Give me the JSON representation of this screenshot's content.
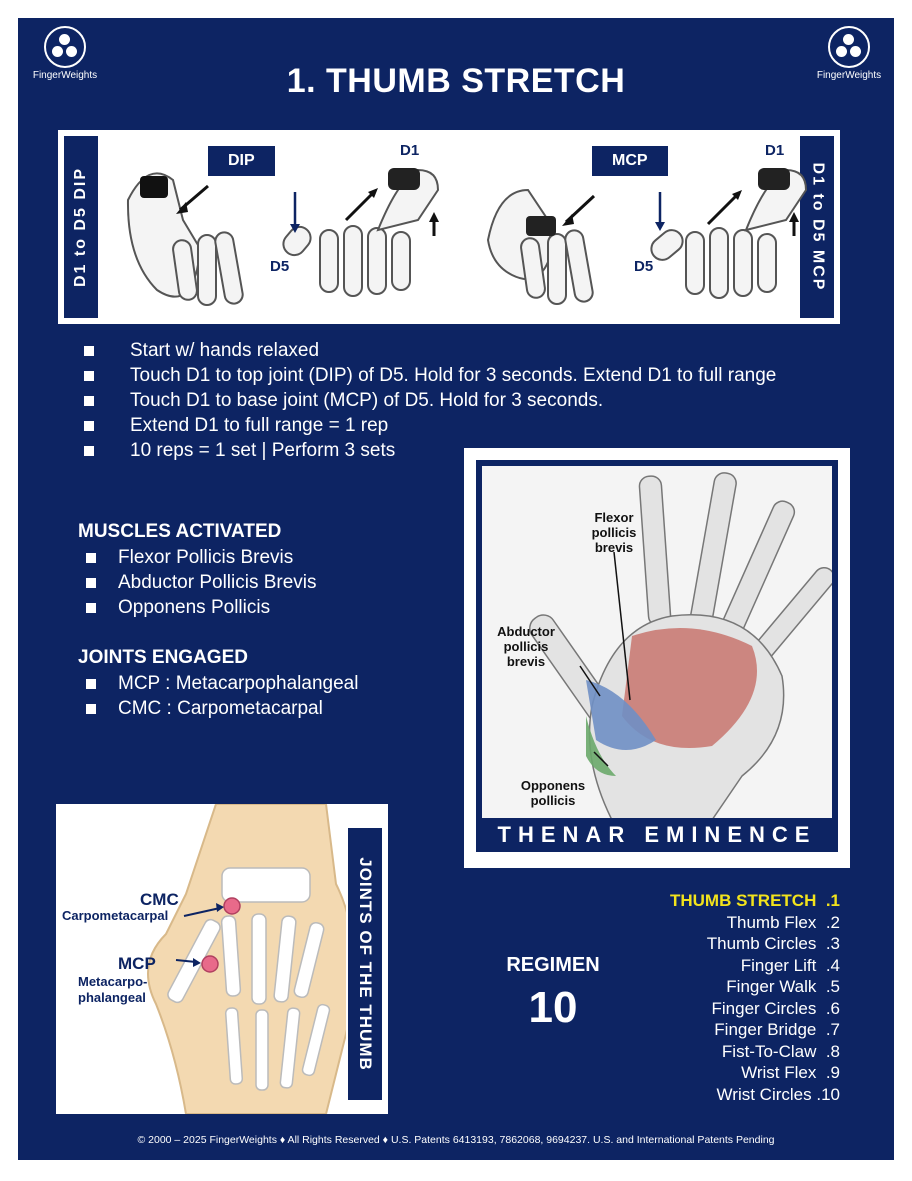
{
  "brand": "FingerWeights",
  "title": "1. THUMB STRETCH",
  "hands_panel": {
    "left_vertical": "D1 to D5 DIP",
    "right_vertical": "D1 to D5 MCP",
    "dip_tag": "DIP",
    "mcp_tag": "MCP",
    "d1": "D1",
    "d5": "D5"
  },
  "instructions": [
    "Start w/ hands relaxed",
    "Touch D1 to top joint (DIP) of D5. Hold for 3 seconds. Extend D1 to full range",
    "Touch D1 to base joint (MCP) of D5. Hold for 3 seconds.",
    "Extend D1 to full range = 1 rep",
    "10 reps = 1 set | Perform 3 sets"
  ],
  "muscles": {
    "heading": "MUSCLES ACTIVATED",
    "items": [
      "Flexor Pollicis Brevis",
      "Abductor Pollicis Brevis",
      "Opponens Pollicis"
    ]
  },
  "joints": {
    "heading": "JOINTS ENGAGED",
    "items": [
      "MCP : Metacarpophalangeal",
      "CMC : Carpometacarpal"
    ]
  },
  "thenar": {
    "caption": "THENAR EMINENCE",
    "label_flexor": "Flexor pollicis brevis",
    "label_abductor": "Abductor pollicis brevis",
    "label_opponens": "Opponens pollicis"
  },
  "joints_panel": {
    "vertical": "JOINTS OF THE THUMB",
    "cmc": "CMC",
    "cmc_full": "Carpometacarpal",
    "mcp": "MCP",
    "mcp_full_1": "Metacarpo-",
    "mcp_full_2": "phalangeal"
  },
  "regimen": {
    "label": "REGIMEN",
    "number": "10",
    "items": [
      {
        "name": "THUMB STRETCH",
        "num": ".1",
        "active": true
      },
      {
        "name": "Thumb Flex",
        "num": ".2"
      },
      {
        "name": "Thumb Circles",
        "num": ".3"
      },
      {
        "name": "Finger Lift",
        "num": ".4"
      },
      {
        "name": "Finger Walk",
        "num": ".5"
      },
      {
        "name": "Finger Circles",
        "num": ".6"
      },
      {
        "name": "Finger Bridge",
        "num": ".7"
      },
      {
        "name": "Fist-To-Claw",
        "num": ".8"
      },
      {
        "name": "Wrist Flex",
        "num": ".9"
      },
      {
        "name": "Wrist Circles",
        "num": ".10"
      }
    ]
  },
  "footer": "© 2000 – 2025 FingerWeights  ♦  All Rights Reserved  ♦ U.S. Patents 6413193, 7862068, 9694237. U.S. and International Patents Pending",
  "colors": {
    "navy": "#0d2463",
    "highlight": "#f2e31c",
    "joint_dot": "#e86a8a"
  }
}
